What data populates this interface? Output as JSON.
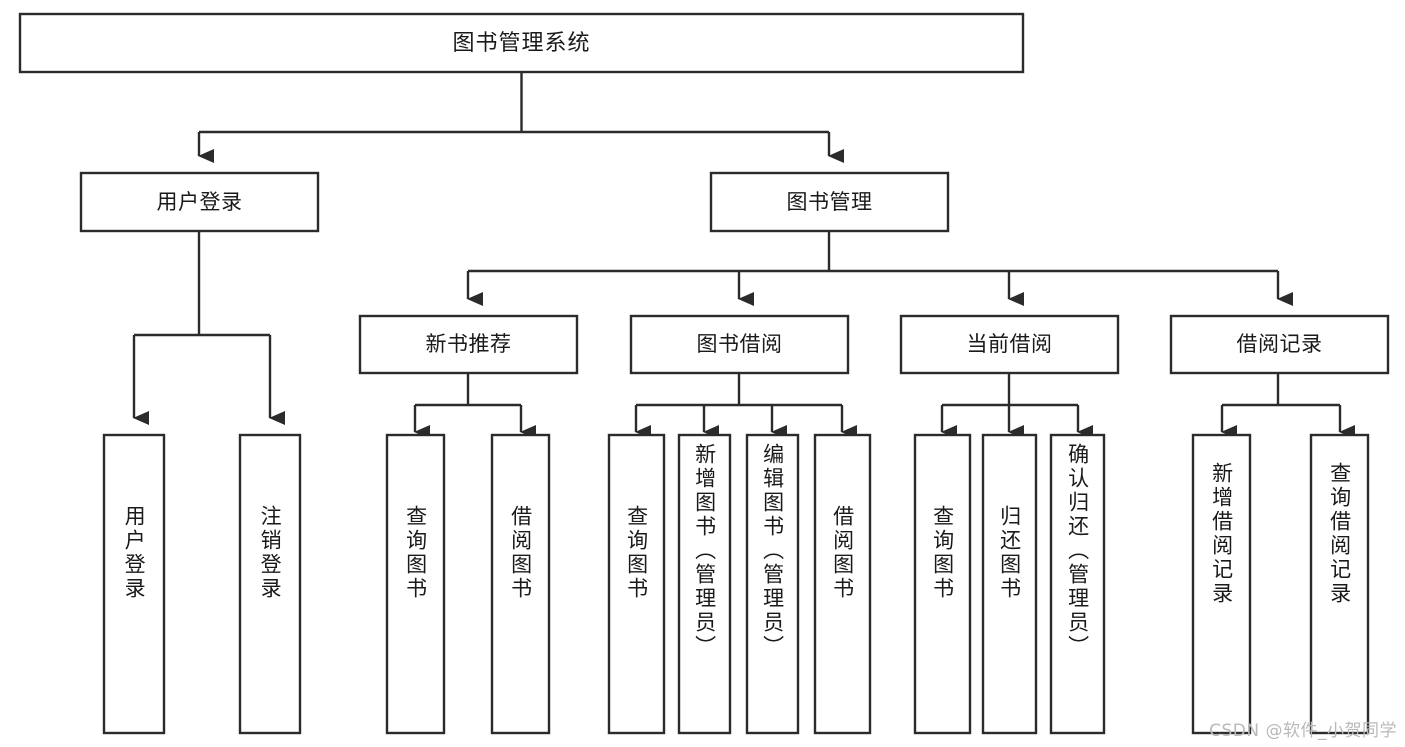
{
  "diagram": {
    "title": "图书管理系统",
    "type": "tree-hierarchy",
    "watermark": "CSDN @软件_小贺同学",
    "colors": {
      "stroke": "#2b2b2b",
      "box_fill": "#ffffff",
      "text": "#1a1a1a",
      "background": "#ffffff",
      "watermark": "#b9b9b9"
    },
    "root": {
      "label": "图书管理系统"
    },
    "level2": [
      {
        "label": "用户登录"
      },
      {
        "label": "图书管理"
      }
    ],
    "level3": [
      {
        "label": "新书推荐"
      },
      {
        "label": "图书借阅"
      },
      {
        "label": "当前借阅"
      },
      {
        "label": "借阅记录"
      }
    ],
    "leaves": {
      "user_login": [
        {
          "label": "用户登录"
        },
        {
          "label": "注销登录"
        }
      ],
      "new_book_recommend": [
        {
          "label": "查询图书"
        },
        {
          "label": "借阅图书"
        }
      ],
      "book_borrow": [
        {
          "label": "查询图书"
        },
        {
          "label": "新增图书（管理员）"
        },
        {
          "label": "编辑图书（管理员）"
        },
        {
          "label": "借阅图书"
        }
      ],
      "current_borrow": [
        {
          "label": "查询图书"
        },
        {
          "label": "归还图书"
        },
        {
          "label": "确认归还（管理员）"
        }
      ],
      "borrow_record": [
        {
          "label": "新增借阅记录"
        },
        {
          "label": "查询借阅记录"
        }
      ]
    }
  }
}
